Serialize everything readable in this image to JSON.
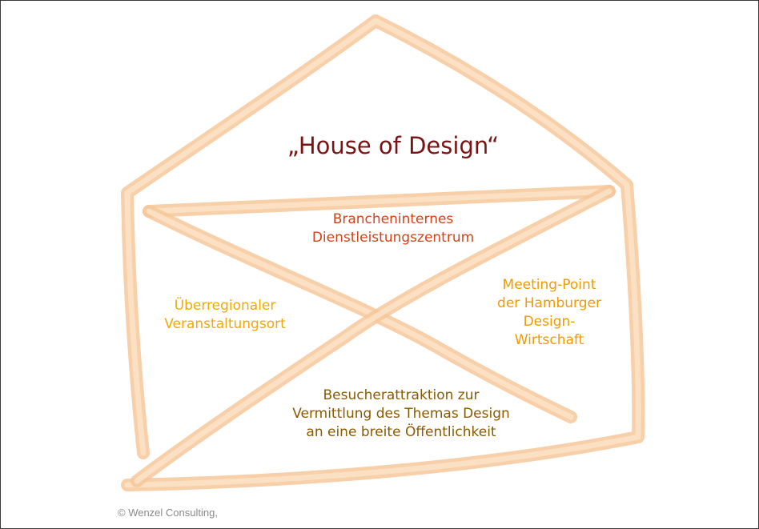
{
  "title": "„House of Design“",
  "segments": {
    "top": [
      "Brancheninternes",
      "Dienstleistungszentrum"
    ],
    "left": [
      "Überregionaler",
      "Veranstaltungsort"
    ],
    "right": [
      "Meeting-Point",
      "der Hamburger",
      "Design-",
      "Wirtschaft"
    ],
    "bottom": [
      "Besucherattraktion zur",
      "Vermittlung des Themas Design",
      "an eine breite Öffentlichkeit"
    ]
  },
  "footer": {
    "copyright": "© Wenzel Consulting,"
  },
  "colors": {
    "title": "#7a1414",
    "top": "#d4421a",
    "left": "#f2a900",
    "right": "#f29a00",
    "bottom": "#8a5a00",
    "house_stroke": "#f6c79a"
  }
}
